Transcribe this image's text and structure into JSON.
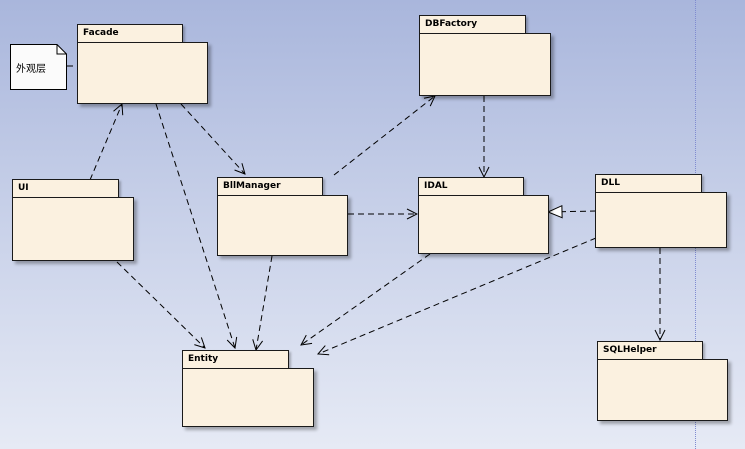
{
  "diagram": {
    "packages": [
      {
        "id": "facade",
        "label": "Facade"
      },
      {
        "id": "dbfactory",
        "label": "DBFactory"
      },
      {
        "id": "ui",
        "label": "UI"
      },
      {
        "id": "bllmanager",
        "label": "BllManager"
      },
      {
        "id": "idal",
        "label": "IDAL"
      },
      {
        "id": "dll",
        "label": "DLL"
      },
      {
        "id": "entity",
        "label": "Entity"
      },
      {
        "id": "sqlhelper",
        "label": "SQLHelper"
      }
    ],
    "note": {
      "text": "外观层",
      "attached_to": "Facade"
    },
    "relations": [
      {
        "from": "UI",
        "to": "Facade",
        "kind": "dependency"
      },
      {
        "from": "UI",
        "to": "Entity",
        "kind": "dependency"
      },
      {
        "from": "Facade",
        "to": "BllManager",
        "kind": "dependency"
      },
      {
        "from": "Facade",
        "to": "Entity",
        "kind": "dependency"
      },
      {
        "from": "BllManager",
        "to": "DBFactory",
        "kind": "dependency"
      },
      {
        "from": "BllManager",
        "to": "IDAL",
        "kind": "dependency"
      },
      {
        "from": "BllManager",
        "to": "Entity",
        "kind": "dependency"
      },
      {
        "from": "DBFactory",
        "to": "IDAL",
        "kind": "dependency"
      },
      {
        "from": "DLL",
        "to": "IDAL",
        "kind": "realization"
      },
      {
        "from": "DLL",
        "to": "SQLHelper",
        "kind": "dependency"
      },
      {
        "from": "DLL",
        "to": "Entity",
        "kind": "dependency"
      },
      {
        "from": "IDAL",
        "to": "Entity",
        "kind": "dependency"
      }
    ]
  }
}
